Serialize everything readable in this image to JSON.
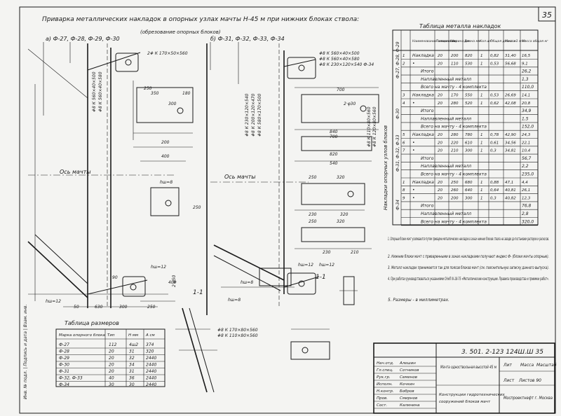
{
  "sheet_number": "35",
  "main_title": "Приварка металлических накладок в опорных узлах мачты Н-45 м при нижних блоках ствола:",
  "main_subtitle": "(обрезование опорных блоков)",
  "view_a_label": "а) Ф-27, Ф-28, Ф-29, Ф-30",
  "view_b_label": "б) Ф-31, Ф-32, Ф-33, Ф-34",
  "axis_label": "Ось мачты",
  "section_label": "1-1",
  "left_dims": [
    "2# К 170×50×560",
    "350",
    "180",
    "250",
    "200",
    "400",
    "90",
    "400",
    "250",
    "630",
    "300",
    "300",
    "250",
    "50",
    "hш=8",
    "hш=12",
    "hш=12"
  ],
  "right_dims": [
    "#8 К 560×40×500",
    "#8 К 560×40×580",
    "#8 К 230×120×540 Ф-34",
    "700",
    "840",
    "700",
    "820",
    "540",
    "2·φ30",
    "250",
    "320",
    "230",
    "320",
    "250",
    "320",
    "230",
    "210",
    "hш=8",
    "hш=12",
    "hш=12",
    "hш=8",
    "#8 К 170×80×560",
    "#8 К 110×80×560"
  ],
  "rotated_labels": [
    "#8 К 560×40×500",
    "#8 К 560×40×580",
    "#8 К 230×120×540",
    "#8 К 200×120×470",
    "#8 К 580×170×500",
    "#8 К 110×80×560",
    "#8 К 120×80×560",
    "2·φ50"
  ],
  "metal_table": {
    "title": "Таблица металла накладок",
    "headers": [
      "Номер опорного блока",
      "Мар-ка",
      "Наименование элементов",
      "Толщина мм",
      "Ширина мм",
      "Длина мм",
      "Кол шт",
      "Общая длина м",
      "Масса 1 м кг",
      "Масса общая кг"
    ],
    "rows": [
      [
        "1",
        "Накладка",
        "20",
        "200",
        "820",
        "1",
        "0,82",
        "31,40",
        "16,5"
      ],
      [
        "2",
        "•",
        "20",
        "110",
        "530",
        "1",
        "0,53",
        "56,68",
        "9,1"
      ],
      [
        "",
        "Итого",
        "",
        "",
        "",
        "",
        "",
        "",
        "26,2"
      ],
      [
        "",
        "Наплавленный металл",
        "",
        "",
        "",
        "",
        "",
        "",
        "1,3"
      ],
      [
        "",
        "Всего на мачту - 4 комплекта",
        "",
        "",
        "",
        "",
        "",
        "",
        "110,0"
      ],
      [
        "3",
        "Накладка",
        "20",
        "170",
        "550",
        "1",
        "0,53",
        "26,69",
        "14,1"
      ],
      [
        "4",
        "•",
        "20",
        "280",
        "520",
        "1",
        "0,62",
        "42,08",
        "20,8"
      ],
      [
        "",
        "Итого",
        "",
        "",
        "",
        "",
        "",
        "",
        "34,9"
      ],
      [
        "",
        "Наплавленный металл",
        "",
        "",
        "",
        "",
        "",
        "",
        "1,5"
      ],
      [
        "",
        "Всего на мачту - 4 комплекта",
        "",
        "",
        "",
        "",
        "",
        "",
        "152,0"
      ],
      [
        "5",
        "Накладка",
        "20",
        "280",
        "780",
        "1",
        "0,78",
        "42,90",
        "24,3"
      ],
      [
        "6",
        "•",
        "20",
        "220",
        "610",
        "1",
        "0,61",
        "34,56",
        "22,1"
      ],
      [
        "7",
        "•",
        "20",
        "210",
        "300",
        "1",
        "0,3",
        "34,81",
        "10,4"
      ],
      [
        "",
        "Итого",
        "",
        "",
        "",
        "",
        "",
        "",
        "56,7"
      ],
      [
        "",
        "Наплавленный металл",
        "",
        "",
        "",
        "",
        "",
        "",
        "2,2"
      ],
      [
        "",
        "Всего на мачту - 4 комплекта",
        "",
        "",
        "",
        "",
        "",
        "",
        "235,0"
      ],
      [
        "1",
        "Накладка",
        "20",
        "250",
        "680",
        "1",
        "0,88",
        "47,1",
        "4,4"
      ],
      [
        "8",
        "•",
        "20",
        "260",
        "640",
        "1",
        "0,64",
        "40,81",
        "26,1"
      ],
      [
        "9",
        "•",
        "20",
        "200",
        "300",
        "1",
        "0,3",
        "40,82",
        "12,3"
      ],
      [
        "",
        "Итого",
        "",
        "",
        "",
        "",
        "",
        "",
        "76,8"
      ],
      [
        "",
        "Наплавленный металл",
        "",
        "",
        "",
        "",
        "",
        "",
        "2,8"
      ],
      [
        "",
        "Всего на мачту - 4 комплекта",
        "",
        "",
        "",
        "",
        "",
        "",
        "320,0"
      ]
    ],
    "group_labels": [
      "Ф-27, Ф-28, Ф-29",
      "Ф-30",
      "Ф-31, Ф-32, Ф-33",
      "Ф-34"
    ],
    "side_label": "Накладки опорных узлов блоков"
  },
  "notes": [
    "1. Опорные блоки мачт усиливаются путем приварки металлических накладок в зонах нижних блоков ствола на заводе до постановки распорок и раскосов.",
    "2. Нижние блоки мачт с приваренными в зонах накладками получают индекс Ф- (блоки мачты опорные).",
    "3. Металл накладок принимается так для поясов блоков мачт (см. пояснительную записку данного выпуска).",
    "4. При работах руководствоваться указаниями СНиП III-18-75 «Металлические конструкции. Правила производства и приемки работ».",
    "5. Размеры - в миллиметрах."
  ],
  "sizes_table": {
    "title": "Таблица размеров",
    "headers": [
      "Марка опорного блока",
      "Тип",
      "Н мм",
      "А см"
    ],
    "rows": [
      [
        "Ф-27",
        "112",
        "4ш2",
        "374"
      ],
      [
        "Ф-28",
        "20",
        "31",
        "320"
      ],
      [
        "Ф-29",
        "20",
        "32",
        "2440"
      ],
      [
        "Ф-30",
        "20",
        "34",
        "2440"
      ],
      [
        "Ф-31",
        "20",
        "31",
        "2440"
      ],
      [
        "Ф-32, Ф-33",
        "40",
        "36",
        "2440"
      ],
      [
        "Ф-34",
        "30",
        "30",
        "2440"
      ]
    ]
  },
  "stamp": {
    "code": "3. 501. 2-123 124Ш.Ш 35",
    "description": "Мачта одноствольная высотой 45 м",
    "org_lines": [
      "Конструкции гидротехнических",
      "сооружений блоков мачт"
    ],
    "company": "Моспроектнефт г. Москва",
    "sheet_labels": [
      "Лит",
      "Масса",
      "Масштаб"
    ],
    "sheet_value": "Лист",
    "sheets_value": "Листов 90",
    "people": [
      [
        "Нач.отд.",
        "Алешин"
      ],
      [
        "Гл.спец.",
        "Сотников"
      ],
      [
        "Рук.гр.",
        "Семенов"
      ],
      [
        "Исполн.",
        "Кочкин"
      ],
      [
        "Н.контр.",
        "Бобров"
      ],
      [
        "Пров.",
        "Смирнов"
      ],
      [
        "Сост.",
        "Калинина"
      ]
    ]
  },
  "side_margin_text": "Инв. № подл. | Подпись и дата | Взам. инв."
}
